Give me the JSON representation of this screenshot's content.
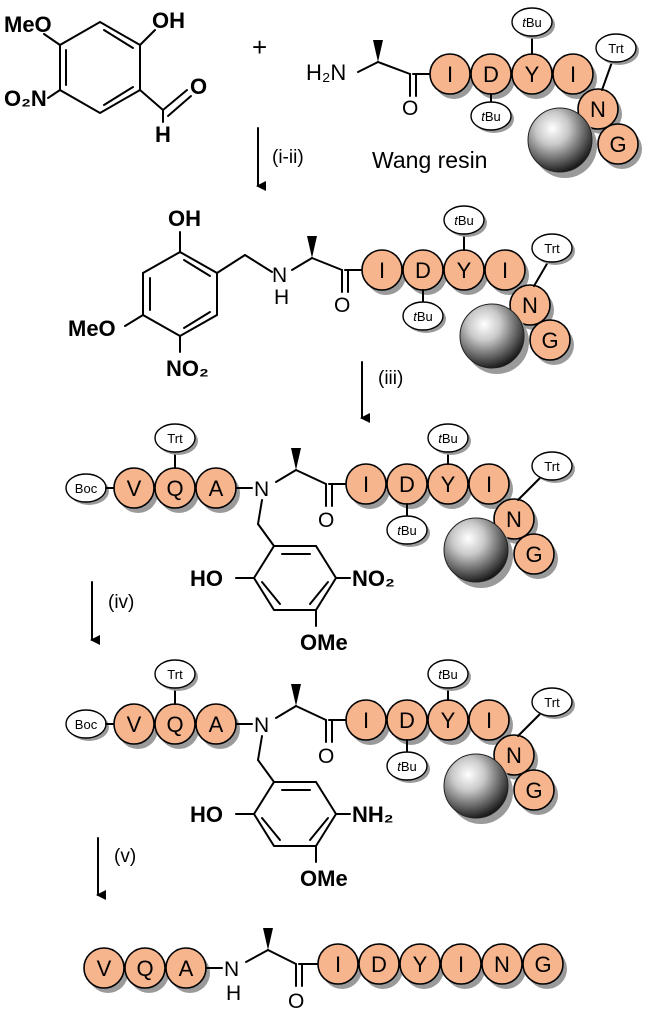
{
  "colors": {
    "residue_fill": "#f7b58e",
    "tag_fill": "#ffffff",
    "bond": "#000000"
  },
  "groups": {
    "meo": "MeO",
    "ome": "OMe",
    "oh": "OH",
    "ho": "HO",
    "no2": "NO₂",
    "o2n": "O₂N",
    "nh2": "NH₂",
    "h2n": "H₂N",
    "n": "N",
    "h": "H",
    "o": "O",
    "plus": "+"
  },
  "tags": {
    "tbu": "tBu",
    "trt": "Trt",
    "boc": "Boc"
  },
  "resin_label": "Wang resin",
  "resin_icon": "sphere",
  "steps": [
    "(i-ii)",
    "(iii)",
    "(iv)",
    "(v)"
  ],
  "residues": {
    "I": "I",
    "D": "D",
    "Y": "Y",
    "N": "N",
    "G": "G",
    "V": "V",
    "Q": "Q",
    "A": "A"
  }
}
